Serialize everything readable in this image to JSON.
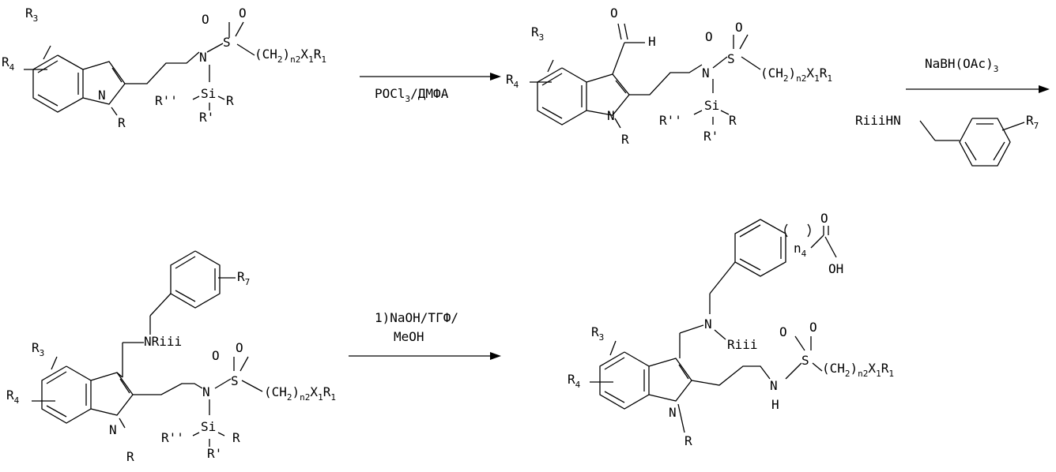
{
  "compound1": {
    "r3": [
      "R",
      "3"
    ],
    "r4": [
      "R",
      "4"
    ],
    "n1": "N",
    "r": "R",
    "n_sulf": "N",
    "s": "S",
    "o": "O",
    "chain": [
      "(CH",
      "2",
      ")",
      "n2",
      "X",
      "1",
      "R",
      "1"
    ],
    "si": "Si",
    "r2p": "R''",
    "rr": "R",
    "r1p": "R'"
  },
  "step1": {
    "reagent": [
      "POCl",
      "3",
      "/ДМФА"
    ]
  },
  "compound2": {
    "r3": [
      "R",
      "3"
    ],
    "r4": [
      "R",
      "4"
    ],
    "n1": "N",
    "r": "R",
    "o": "O",
    "h": "H",
    "n_sulf": "N",
    "s": "S",
    "chain": [
      "(CH",
      "2",
      ")",
      "n2",
      "X",
      "1",
      "R",
      "1"
    ],
    "si": "Si",
    "r2p": "R''",
    "rr": "R",
    "r1p": "R'"
  },
  "step2": {
    "reagent": [
      "NaBH(OAc)",
      "3"
    ],
    "amine": "RiiiHN",
    "r7": [
      "R",
      "7"
    ]
  },
  "compound3": {
    "r7": [
      "R",
      "7"
    ],
    "nriii": "NRiii",
    "r3": [
      "R",
      "3"
    ],
    "r4": [
      "R",
      "4"
    ],
    "n1": "N",
    "r": "R",
    "n_sulf": "N",
    "s": "S",
    "o": "O",
    "chain": [
      "(CH",
      "2",
      ")",
      "n2",
      "X",
      "1",
      "R",
      "1"
    ],
    "si": "Si",
    "r2p": "R''",
    "rr": "R",
    "r1p": "R'"
  },
  "step3": {
    "line1": "1)NaOH/ТГФ/",
    "line2": "MeOH"
  },
  "compound4": {
    "n4": [
      "n",
      "4"
    ],
    "o": "O",
    "oh": "OH",
    "n_amine": "N",
    "riii": "Riii",
    "r3": [
      "R",
      "3"
    ],
    "r4": [
      "R",
      "4"
    ],
    "n1": "N",
    "r": "R",
    "nh_n": "N",
    "nh_h": "H",
    "s": "S",
    "chain": [
      "(CH",
      "2",
      ")",
      "n2",
      "X",
      "1",
      "R",
      "1"
    ]
  }
}
